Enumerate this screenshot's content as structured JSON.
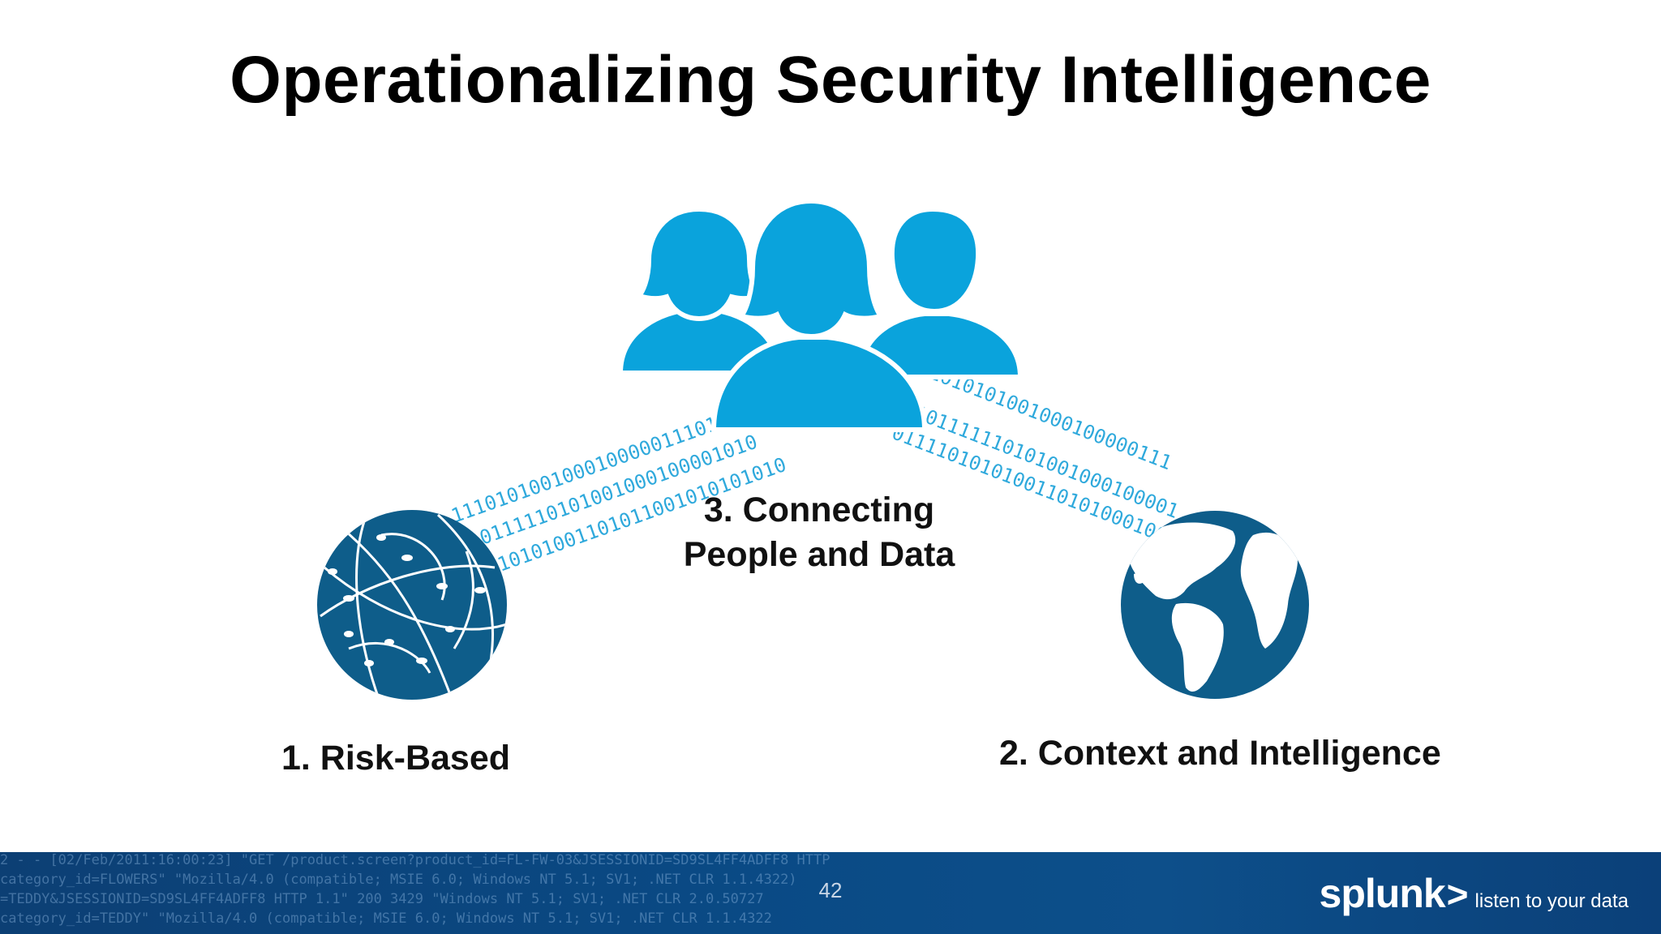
{
  "title": "Operationalizing Security Intelligence",
  "nodes": [
    {
      "id": "risk",
      "label": "1. Risk-Based",
      "icon": "network-globe-icon"
    },
    {
      "id": "context",
      "label": "2. Context and Intelligence",
      "icon": "earth-globe-icon"
    },
    {
      "id": "people",
      "label_line1": "3. Connecting",
      "label_line2": "People and Data",
      "icon": "people-group-icon"
    }
  ],
  "binary_streams": {
    "left": [
      "1110101001000100000111011",
      "0111110101001000100001010",
      "10101001101011001010101010"
    ],
    "right": [
      "01111010101001000100000111",
      "1101111110101001000100001",
      "0111101010100110101000100"
    ]
  },
  "footer": {
    "page_number": "42",
    "brand": "splunk",
    "brand_caret": ">",
    "tagline": "listen to your data",
    "log_lines": [
      "2 - - [02/Feb/2011:16:00:23] \"GET /product.screen?product_id=FL-FW-03&JSESSIONID=SD9SL4FF4ADFF8 HTTP",
      "category_id=FLOWERS\" \"Mozilla/4.0 (compatible; MSIE 6.0; Windows NT 5.1; SV1; .NET CLR 1.1.4322)",
      "=TEDDY&JSESSIONID=SD9SL4FF4ADFF8 HTTP 1.1\" 200 3429 \"Windows NT 5.1; SV1; .NET CLR 2.0.50727",
      "category_id=TEDDY\" \"Mozilla/4.0 (compatible; MSIE 6.0; Windows NT 5.1; SV1; .NET CLR 1.1.4322"
    ]
  },
  "colors": {
    "people": "#0aa3dc",
    "globe": "#0e5d8a",
    "binary": "#2fa9dc",
    "footer": "#0b4a83"
  }
}
